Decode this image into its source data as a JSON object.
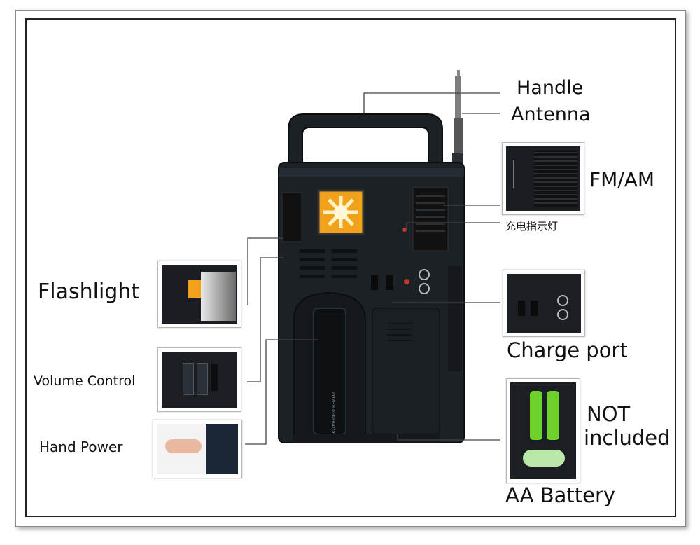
{
  "labels": {
    "handle": "Handle",
    "antenna": "Antenna",
    "fm_am": "FM/AM",
    "charge_indicator": "充电指示灯",
    "flashlight": "Flashlight",
    "volume_control": "Volume Control",
    "hand_power": "Hand Power",
    "charge_port": "Charge port",
    "not_included_line1": "NOT",
    "not_included_line2": "included",
    "aa_battery": "AA Battery"
  },
  "device_text": {
    "crank": "POWER GENERATOR"
  },
  "colors": {
    "device_body": "#1c2126",
    "device_dark": "#0e1114",
    "flash_glow": "#f2a21a",
    "battery_green": "#6fd12b",
    "callout_line": "#444444"
  }
}
